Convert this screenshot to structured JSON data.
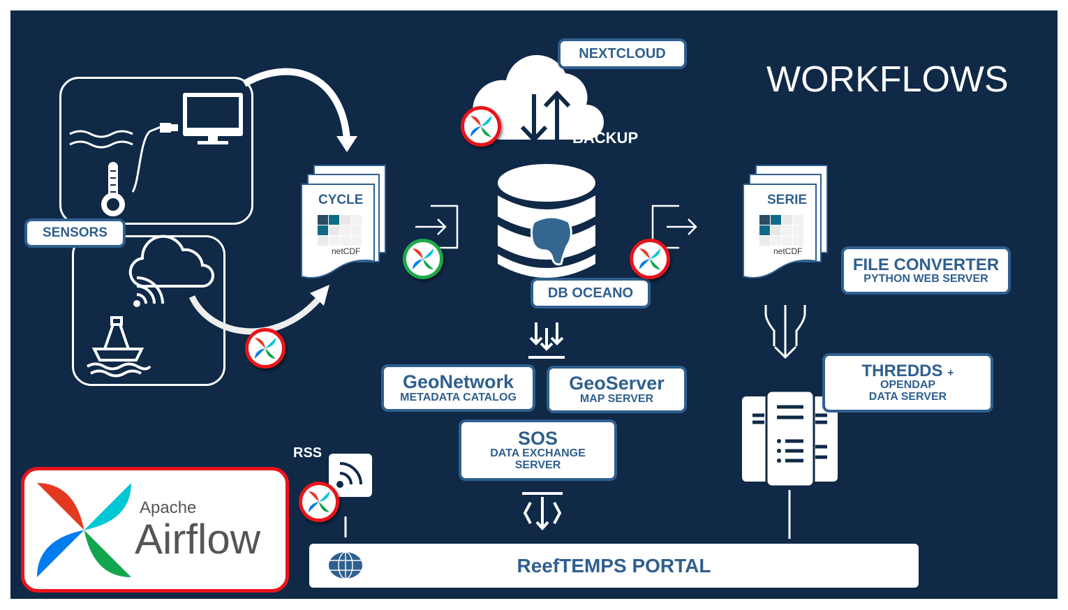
{
  "title": "WORKFLOWS",
  "labels": {
    "sensors": "SENSORS",
    "cycle": "CYCLE",
    "serie": "SERIE",
    "netcdf": "netCDF",
    "nextcloud": "NEXTCLOUD",
    "backup": "BACKUP",
    "db": "DB OCEANO",
    "file_converter": {
      "title": "FILE CONVERTER",
      "subtitle": "PYTHON WEB SERVER"
    },
    "thredds": {
      "title": "THREDDS",
      "plus": "+",
      "line2": "OPENDAP",
      "line3": "DATA SERVER"
    },
    "geonetwork": {
      "title": "GeoNetwork",
      "subtitle": "METADATA CATALOG"
    },
    "geoserver": {
      "title": "GeoServer",
      "subtitle": "MAP SERVER"
    },
    "sos": {
      "title": "SOS",
      "line2": "DATA EXCHANGE",
      "line3": "SERVER"
    },
    "rss": "RSS",
    "portal": "ReefTEMPS PORTAL"
  },
  "logo": {
    "apache": "Apache",
    "airflow": "Airflow"
  },
  "airflow_badges": [
    {
      "location": "nextcloud-backup",
      "status_color": "#e8141b"
    },
    {
      "location": "cycle-to-db",
      "status_color": "#1fa84a"
    },
    {
      "location": "db-to-serie",
      "status_color": "#e8141b"
    },
    {
      "location": "sensors-to-cycle",
      "status_color": "#e8141b"
    },
    {
      "location": "rss",
      "status_color": "#e8141b"
    }
  ],
  "colors": {
    "background": "#0f2947",
    "label_text": "#2f5f8e",
    "alert": "#e8141b",
    "ok": "#1fa84a"
  }
}
